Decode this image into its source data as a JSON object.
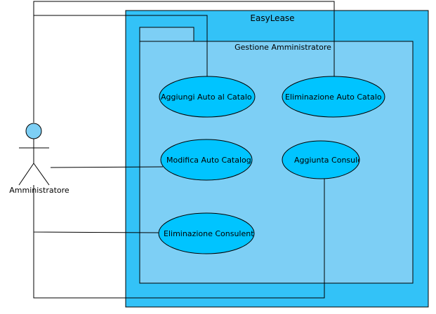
{
  "system": {
    "name": "EasyLease"
  },
  "package": {
    "name": "Gestione Amministratore"
  },
  "actor": {
    "name": "Amministratore"
  },
  "use_cases": {
    "add_car": "Aggiungi Auto al Catalo",
    "delete_car": "Eliminazione Auto Catalo",
    "edit_car": "Modifica Auto Catalog",
    "add_consultant": "Aggiunta Consulente",
    "delete_consultant": "Eliminazione Consulent"
  },
  "colors": {
    "system_fill": "#33c2f7",
    "package_fill": "#7dcff5",
    "usecase_fill": "#00c4ff",
    "actor_head": "#7dcff5",
    "line": "#000000"
  }
}
